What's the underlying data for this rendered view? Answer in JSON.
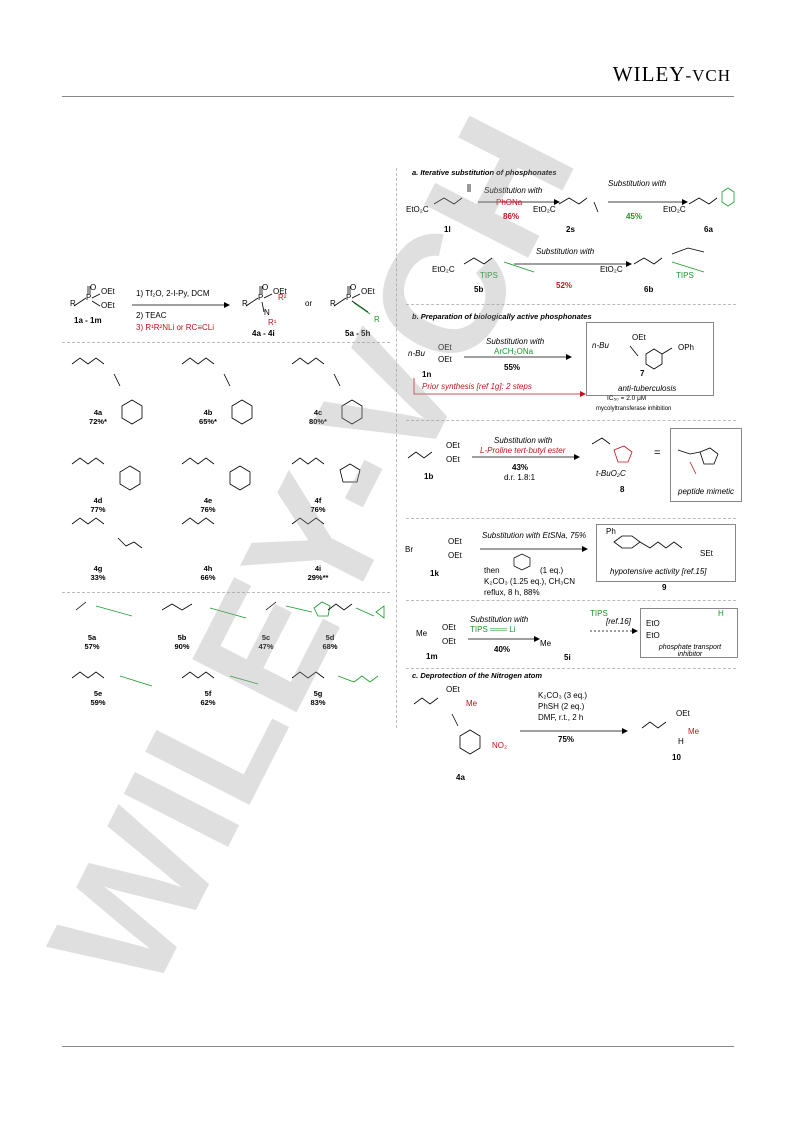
{
  "header": {
    "brand": "WILEY",
    "brand_suffix": "-VCH"
  },
  "left_scheme": {
    "reactant": "1a - 1m",
    "conditions": [
      "1) Tf₂O, 2-I-Py, DCM",
      "2) TEAC",
      "3) R¹R²NLi or RC≡CLi"
    ],
    "product_amine": "4a - 4i",
    "or": "or",
    "product_alkyne": "5a - 5h",
    "compounds": [
      {
        "id": "4a",
        "yield": "72%*"
      },
      {
        "id": "4b",
        "yield": "65%*"
      },
      {
        "id": "4c",
        "yield": "80%*"
      },
      {
        "id": "4d",
        "yield": "77%"
      },
      {
        "id": "4e",
        "yield": "76%"
      },
      {
        "id": "4f",
        "yield": "76%"
      },
      {
        "id": "4g",
        "yield": "33%"
      },
      {
        "id": "4h",
        "yield": "66%"
      },
      {
        "id": "4i",
        "yield": "29%**"
      },
      {
        "id": "5a",
        "yield": "57%"
      },
      {
        "id": "5b",
        "yield": "90%"
      },
      {
        "id": "5c",
        "yield": "47%"
      },
      {
        "id": "5d",
        "yield": "68%"
      },
      {
        "id": "5e",
        "yield": "59%"
      },
      {
        "id": "5f",
        "yield": "62%"
      },
      {
        "id": "5g",
        "yield": "83%"
      }
    ]
  },
  "section_a": {
    "title": "a. Iterative substitution of phosphonates",
    "step1_label": "Substitution with",
    "step1_reagent": "PhONa",
    "step1_yield": "86%",
    "step2_label": "Substitution with",
    "step2_yield": "45%",
    "step3_label": "Substitution with",
    "step3_yield": "52%",
    "ids": [
      "1l",
      "2s",
      "6a",
      "5b",
      "6b"
    ]
  },
  "section_b": {
    "title": "b. Preparation of biologically active phosphonates",
    "r1_label": "Substitution with",
    "r1_reagent": "ArCH₂ONa",
    "r1_yield": "55%",
    "r1_prior": "Prior synthesis [ref 1g]: 2 steps",
    "r1_ids": [
      "1n",
      "7"
    ],
    "r1_activity": "anti-tuberculosis",
    "r1_ic50": "IC₅₀ = 2.0 μM",
    "r1_target": "mycolyltransferase inhibition",
    "r2_label": "Substitution with",
    "r2_reagent": "L-Proline tert-butyl ester",
    "r2_yield": "43%",
    "r2_dr": "d.r. 1.8:1",
    "r2_ids": [
      "1b",
      "8"
    ],
    "r2_equals": "=",
    "r2_note": "peptide mimetic",
    "r3_label": "Substitution with EtSNa, 75%",
    "r3_then": "then",
    "r3_eq": "(1 eq.)",
    "r3_base": "K₂CO₃ (1.25 eq.), CH₃CN",
    "r3_reflux": "reflux, 8 h, 88%",
    "r3_ids": [
      "1k",
      "9"
    ],
    "r3_activity": "hypotensive activity [ref.15]",
    "r4_label": "Substitution with",
    "r4_yield": "40%",
    "r4_ref": "[ref.16]",
    "r4_ids": [
      "1m",
      "5i"
    ],
    "r4_activity": "phosphate transport inhibitor"
  },
  "section_c": {
    "title": "c. Deprotection of the Nitrogen atom",
    "conditions": [
      "K₂CO₃ (3 eq.)",
      "PhSH (2 eq.)",
      "DMF, r.t., 2 h"
    ],
    "yield": "75%",
    "ids": [
      "4a",
      "10"
    ]
  },
  "watermark": "WILEY-VCH",
  "colors": {
    "red": "#c0141c",
    "green": "#1a9a2a"
  }
}
